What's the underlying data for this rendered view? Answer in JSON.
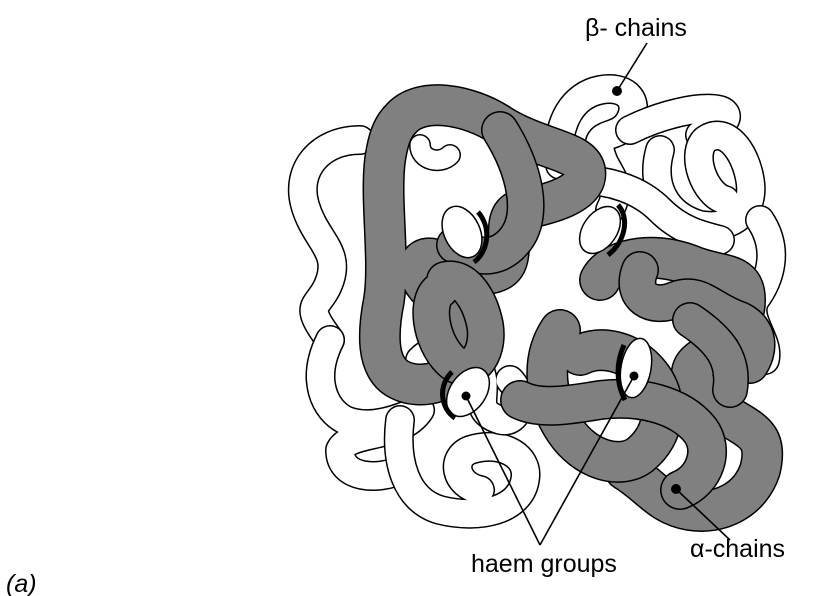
{
  "figure": {
    "panel_label": "(a)",
    "labels": {
      "beta": "β- chains",
      "haem": "haem groups",
      "alpha": "α-chains"
    },
    "colors": {
      "grey_chain": "#808080",
      "white_chain": "#ffffff",
      "outline": "#000000"
    }
  }
}
